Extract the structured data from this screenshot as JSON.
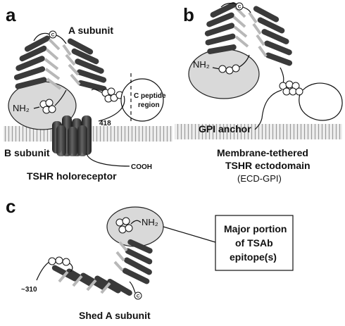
{
  "panels": {
    "a": {
      "letter": "a",
      "a_subunit_label": "A subunit",
      "b_subunit_label": "B subunit",
      "nh2_label": "NH₂",
      "c_peptide_label_line1": "C peptide",
      "c_peptide_label_line2": "region",
      "residue_label": "418",
      "cooh_label": "COOH",
      "caption": "TSHR holoreceptor"
    },
    "b": {
      "letter": "b",
      "nh2_label": "NH₂",
      "gpi_label": "GPI anchor",
      "caption_line1": "Membrane-tethered",
      "caption_line2": "TSHR ectodomain",
      "caption_line3": "(ECD-GPI)"
    },
    "c": {
      "letter": "c",
      "nh2_label": "NH₂",
      "residue_label": "~310",
      "epitope_line1": "Major portion",
      "epitope_line2": "of TSAb",
      "epitope_line3": "epitope(s)",
      "caption": "Shed A subunit"
    }
  },
  "cysteine_symbol": "C",
  "colors": {
    "helix": "#3a3a3a",
    "strand": "#b8b8b8",
    "ellipse": "#d9d9d9",
    "membrane": "#cfcfcf",
    "line": "#111111"
  }
}
